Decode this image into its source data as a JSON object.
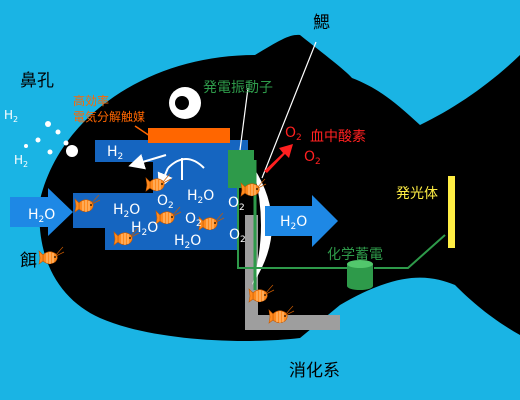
{
  "colors": {
    "background": "#1ab4e4",
    "fish_body": "#000000",
    "chamber": "#1565c0",
    "arrow": "#1e88e5",
    "catalyst": "#ff6600",
    "generator": "#2e9a4a",
    "storage": "#2e9a4a",
    "digestive": "#9e9e9e",
    "blood_arrow": "#ff2020",
    "lamp": "#ffee44",
    "food": "#ff8a1e"
  },
  "labels": {
    "nostril": "鼻孔",
    "catalyst_line1": "高効率",
    "catalyst_line2": "電気分解触媒",
    "generator": "発電振動子",
    "gill": "鰓",
    "blood_oxygen": "血中酸素",
    "luminous_organ": "発光体",
    "chemical_storage": "化学蓄電",
    "food": "餌",
    "digestive_system": "消化系"
  },
  "chem": {
    "h2": "H",
    "o2": "O",
    "h2o": "H",
    "sub2": "2",
    "o_suffix": "O"
  },
  "icons": {
    "shrimp": "shrimp-icon",
    "eye": "eye-icon",
    "bubble": "bubble-icon"
  }
}
